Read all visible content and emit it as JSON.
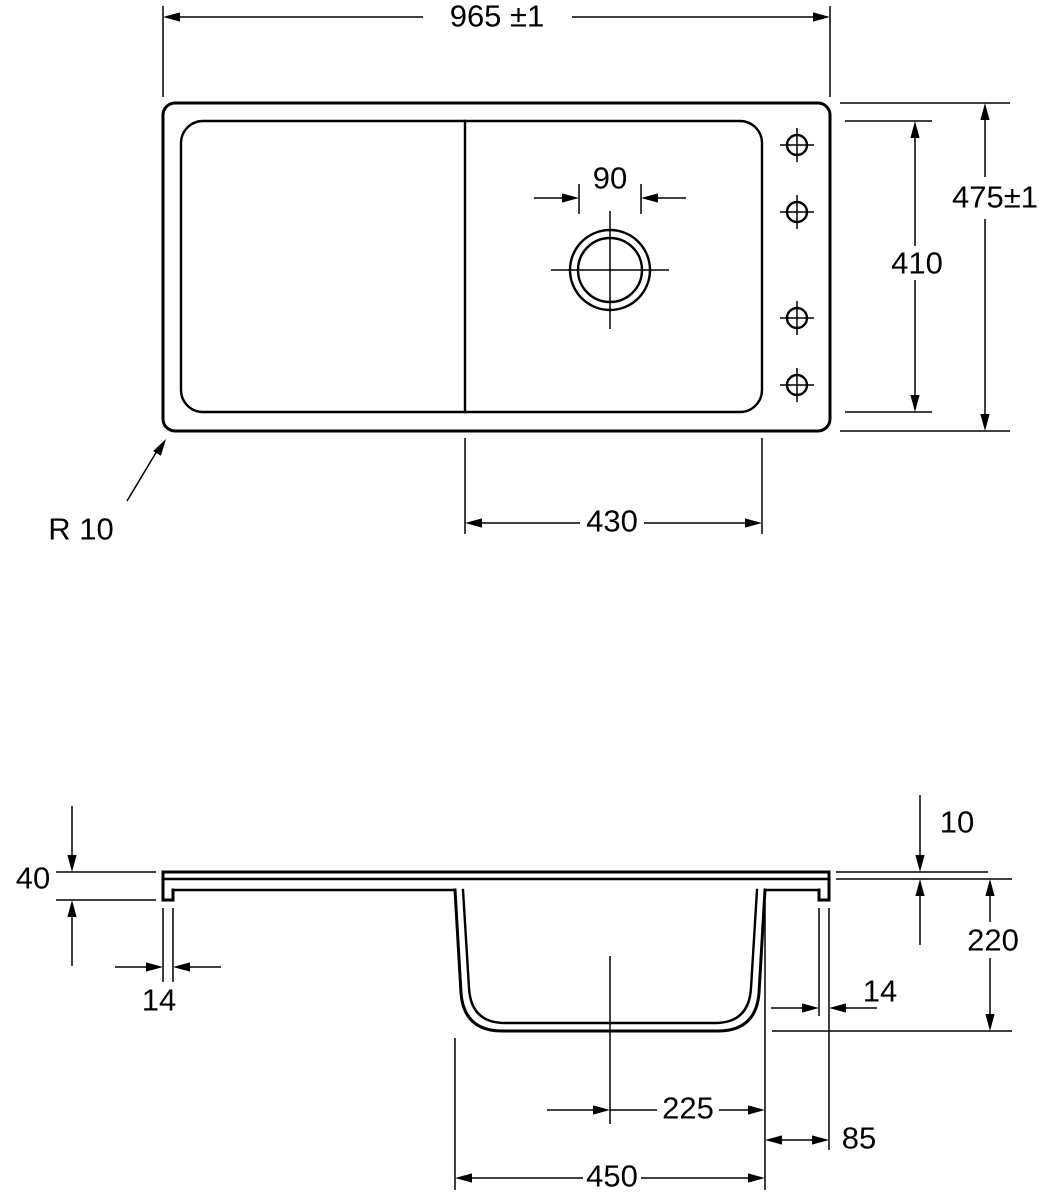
{
  "drawing": {
    "type": "technical_dimension_drawing",
    "subject": "Kitchen sink with drainboard — top view and cross-section",
    "units": "mm",
    "line_color": "#000000",
    "background_color": "#ffffff"
  },
  "top_view": {
    "overall_width": "965 ±1",
    "overall_depth": "475±1",
    "inner_depth": "410",
    "drain_diameter": "90",
    "bowl_section_width": "430",
    "corner_radius": "R 10",
    "tap_hole_count": 4
  },
  "section_view": {
    "front_edge_height": "40",
    "rim_thickness": "10",
    "lip_left": "14",
    "lip_right": "14",
    "bowl_depth": "220",
    "center_to_bowl_edge": "225",
    "bowl_width": "450",
    "bowl_to_edge": "85"
  }
}
